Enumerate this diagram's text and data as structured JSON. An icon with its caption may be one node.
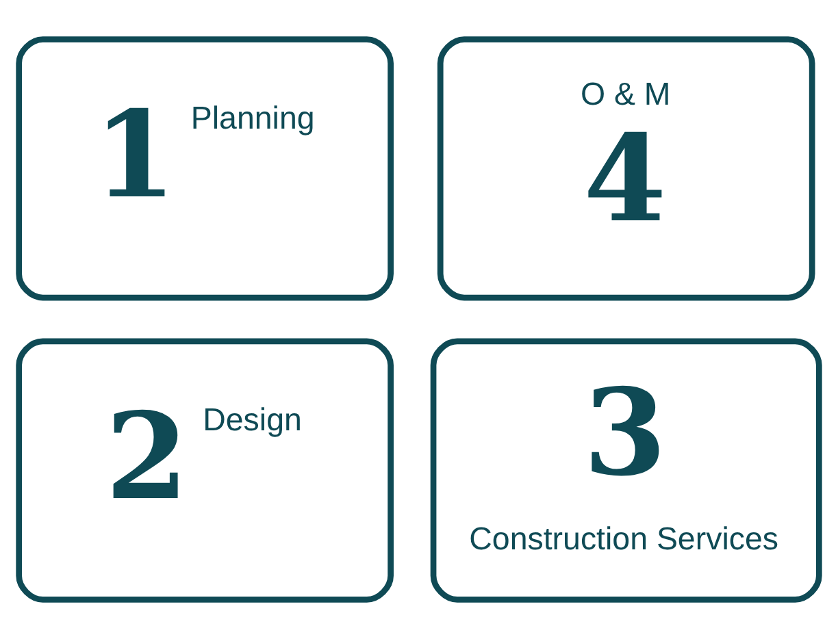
{
  "diagram": {
    "nodes": [
      {
        "text": [
          "1",
          "Planning"
        ]
      },
      {
        "text": [
          "2",
          "Design"
        ]
      },
      {
        "text": [
          "3",
          "Construction Services"
        ]
      },
      {
        "text": [
          "O & M",
          "4"
        ]
      }
    ]
  }
}
